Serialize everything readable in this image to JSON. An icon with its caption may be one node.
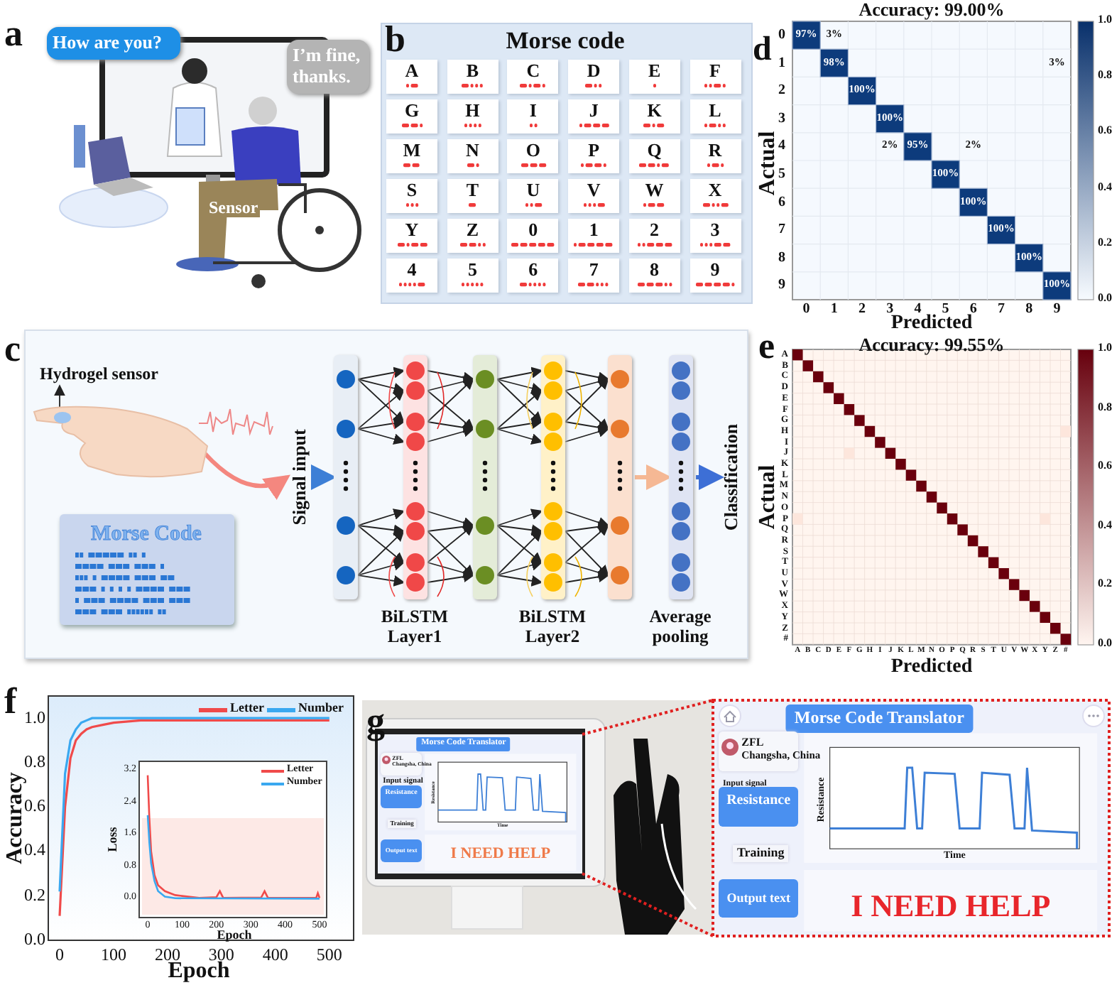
{
  "diagram": {
    "nodes": [
      {
        "text": [
          "How are you?"
        ]
      },
      {
        "text": [
          "I’m fine, thanks."
        ]
      },
      {
        "text": [
          "Hydrogel sensor"
        ]
      },
      {
        "text": [],
        "shape": "picture"
      },
      {
        "text": [
          "Signal input"
        ]
      },
      {
        "text": [],
        "shape": "bar"
      },
      {
        "text": [
          "BiLSTM Layer1"
        ]
      },
      {
        "text": [],
        "shape": "bar"
      },
      {
        "text": [
          "BiLSTM Layer2"
        ]
      },
      {
        "text": [],
        "shape": "bar"
      },
      {
        "text": [
          "Average pooling"
        ]
      },
      {
        "text": [
          "Classification"
        ]
      }
    ],
    "edges": [
      {
        "from": 3,
        "to": 2,
        "arrow": "to"
      },
      {
        "from": 3,
        "to": 4,
        "arrow": "to",
        "style": "thick",
        "color": "#f4877f"
      },
      {
        "from": 4,
        "to": 5,
        "arrow": "to",
        "style": "thick",
        "color": "#3d7fd6"
      },
      {
        "from": 5,
        "to": 6,
        "arrow": "to"
      },
      {
        "from": 6,
        "to": 7,
        "arrow": "to"
      },
      {
        "from": 7,
        "to": 8,
        "arrow": "to"
      },
      {
        "from": 8,
        "to": 9,
        "arrow": "to"
      },
      {
        "from": 9,
        "to": 10,
        "arrow": "to",
        "style": "thick",
        "color": "#f5b894"
      },
      {
        "from": 10,
        "to": 11,
        "arrow": "to",
        "style": "thick",
        "color": "#3d6fd6"
      }
    ],
    "labels": [
      "a",
      "Sensor",
      "b",
      "Morse code",
      "A",
      "B",
      "C",
      "D",
      "E",
      "F",
      "G",
      "H",
      "I",
      "J",
      "K",
      "L",
      "M",
      "N",
      "O",
      "P",
      "Q",
      "R",
      "S",
      "T",
      "U",
      "V",
      "W",
      "X",
      "Y",
      "Z",
      "0",
      "1",
      "2",
      "3",
      "4",
      "5",
      "6",
      "7",
      "8",
      "9",
      "d",
      "Accuracy: 99.00%",
      "97%",
      "3%",
      "98%",
      "3%",
      "100%",
      "100%",
      "2%",
      "95%",
      "2%",
      "100%",
      "100%",
      "100%",
      "100%",
      "100%",
      "0",
      "1",
      "2",
      "3",
      "4",
      "5",
      "6",
      "7",
      "8",
      "9",
      "Actual",
      "0",
      "1",
      "2",
      "3",
      "4",
      "5",
      "6",
      "7",
      "8",
      "9",
      "Predicted",
      "1.0",
      "0.8",
      "0.6",
      "0.4",
      "0.2",
      "0.0",
      "c",
      "Morse Code",
      "e",
      "Accuracy: 99.55%",
      "A",
      "B",
      "C",
      "D",
      "E",
      "F",
      "G",
      "H",
      "I",
      "J",
      "K",
      "L",
      "M",
      "N",
      "O",
      "P",
      "Q",
      "R",
      "S",
      "T",
      "U",
      "V",
      "W",
      "X",
      "Y",
      "Z",
      "#",
      "Actual",
      "A",
      "B",
      "C",
      "D",
      "E",
      "F",
      "G",
      "H",
      "I",
      "J",
      "K",
      "L",
      "M",
      "N",
      "O",
      "P",
      "Q",
      "R",
      "S",
      "T",
      "U",
      "V",
      "W",
      "X",
      "Y",
      "Z",
      "#",
      "Predicted",
      "1.0",
      "0.8",
      "0.6",
      "0.4",
      "0.2",
      "0.0",
      "f",
      "Loss",
      "3.2",
      "2.4",
      "1.6",
      "0.8",
      "0.0",
      "0",
      "100",
      "200",
      "300",
      "400",
      "500",
      "Epoch",
      "g",
      "Morse Code Translator",
      "ZFL",
      "Changsha, China",
      "Input signal",
      "Resistance",
      "Resistance",
      "Time",
      "Training",
      "Output text",
      "I NEED HELP",
      "Morse Code Translator",
      "ZFL",
      "Changsha, China",
      "Input signal",
      "Resistance",
      "Resistance",
      "Time",
      "Training",
      "Output text",
      "I NEED HELP"
    ],
    "legend": [
      {
        "text": "Letter"
      },
      {
        "text": "Number"
      }
    ],
    "chart_data": {
      "type": "line",
      "xlabel": "Epoch",
      "ylabel": "Accuracy",
      "x": [
        0,
        10,
        20,
        30,
        40,
        50,
        60,
        80,
        100,
        150,
        200,
        300,
        400,
        500
      ],
      "series": [
        {
          "name": "Letter",
          "color": "#f04a4a",
          "values": [
            0.11,
            0.6,
            0.82,
            0.9,
            0.93,
            0.95,
            0.96,
            0.97,
            0.98,
            0.99,
            0.99,
            0.99,
            0.99,
            0.99
          ]
        },
        {
          "name": "Number",
          "color": "#3aa8f0",
          "values": [
            0.22,
            0.75,
            0.9,
            0.95,
            0.98,
            0.99,
            1.0,
            1.0,
            1.0,
            1.0,
            1.0,
            1.0,
            1.0,
            1.0
          ]
        }
      ],
      "xticks": [
        0,
        100,
        200,
        300,
        400,
        500
      ],
      "xlim": [
        -21,
        545
      ],
      "ylim": [
        0,
        1.1
      ],
      "legend": "upper right",
      "yticks": [
        {
          "value": 0,
          "label": "0.0"
        },
        {
          "value": 0.2,
          "label": "0.2"
        },
        {
          "value": 0.4,
          "label": "0.4"
        },
        {
          "value": 0.6,
          "label": "0.6"
        },
        {
          "value": 0.8,
          "label": "0.8"
        },
        {
          "value": 1,
          "label": "1.0"
        }
      ]
    }
  }
}
